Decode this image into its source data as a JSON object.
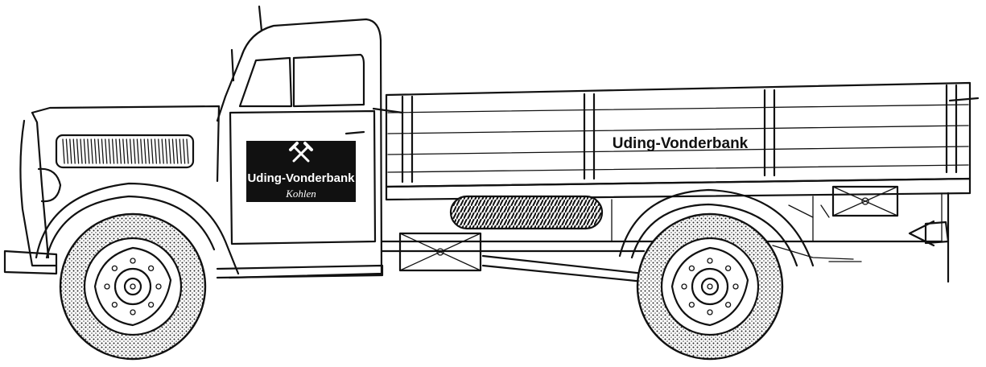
{
  "cab_sign": {
    "company": "Uding-Vonderbank",
    "subtitle": "Kohlen",
    "emblem": "crossed-hammers-icon"
  },
  "bed_sign": {
    "company": "Uding-Vonderbank"
  },
  "colors": {
    "ink": "#111111",
    "sign_background": "#111111",
    "sign_text": "#ffffff",
    "paper": "#ffffff"
  }
}
